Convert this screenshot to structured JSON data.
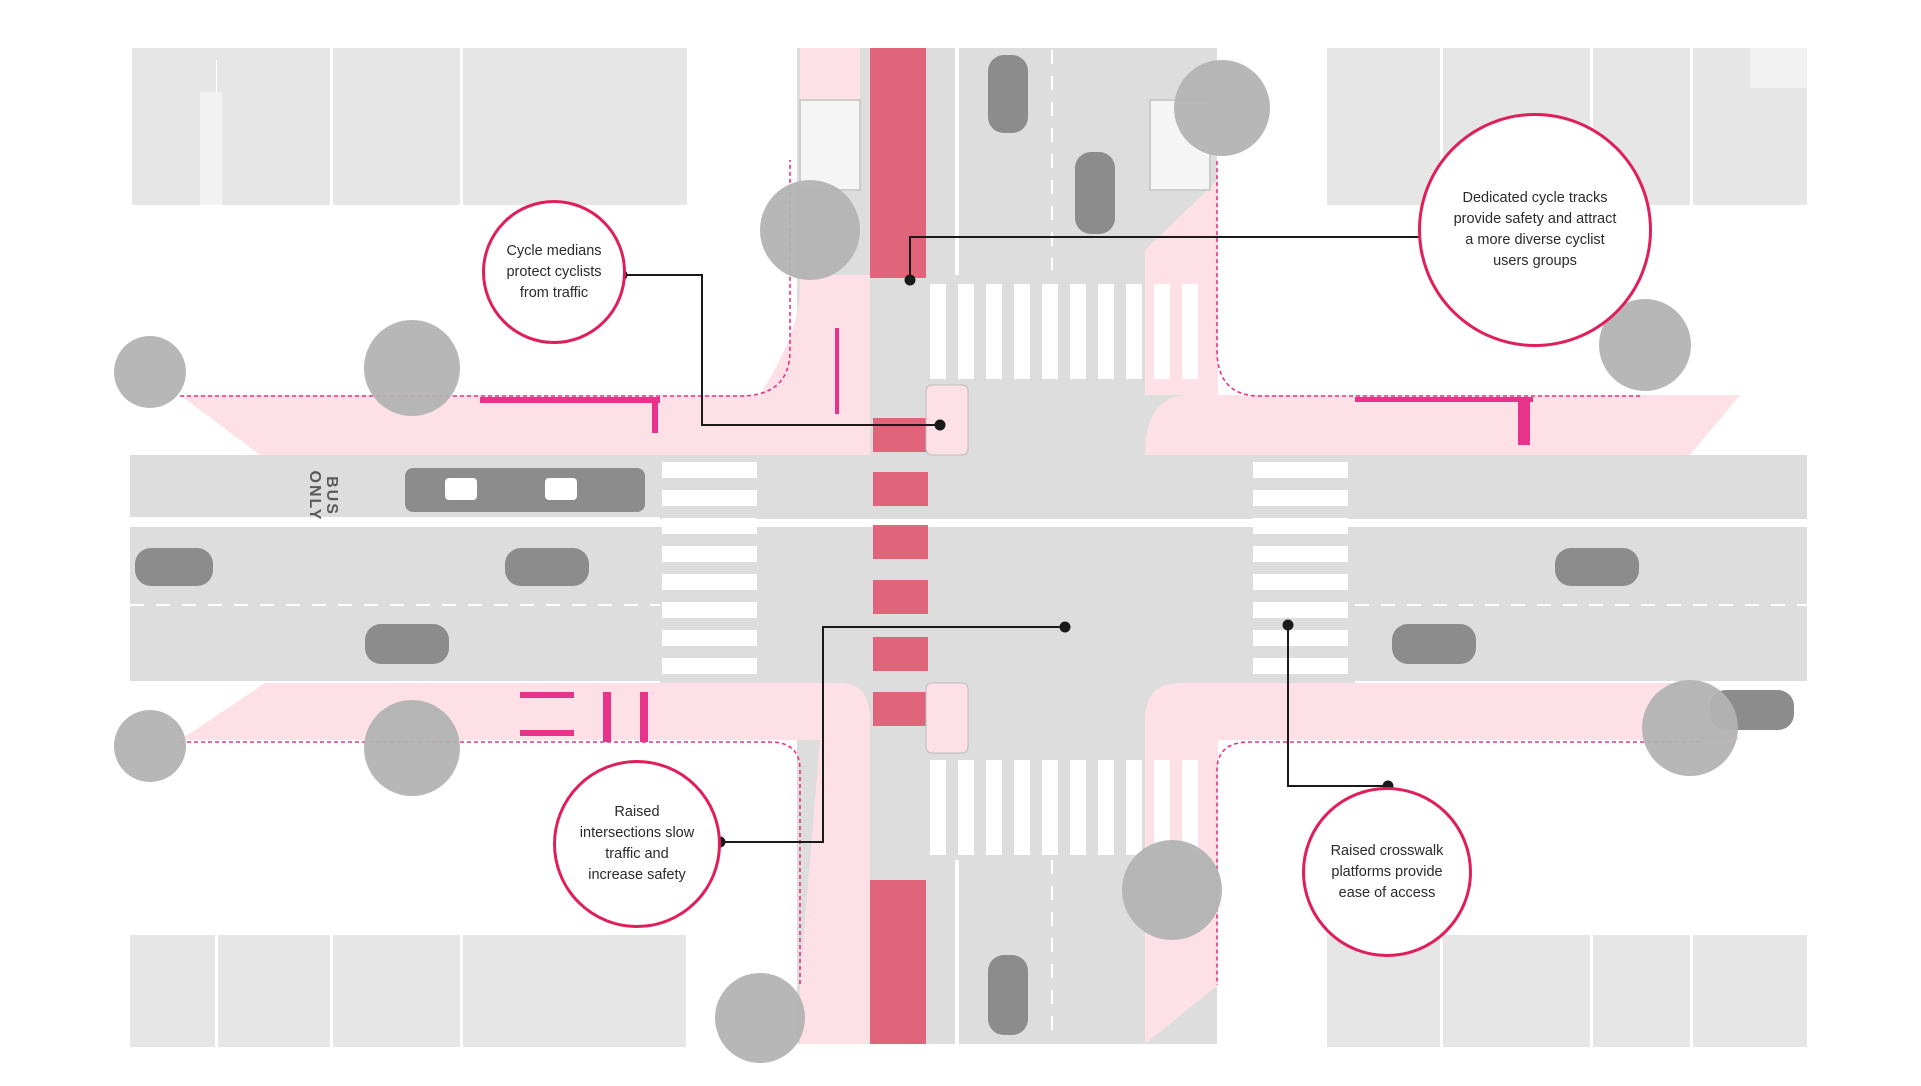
{
  "diagram": {
    "road_label": [
      "BUS",
      "ONLY"
    ],
    "callouts": [
      {
        "id": "cycle-medians",
        "text": "Cycle medians protect cyclists from traffic"
      },
      {
        "id": "cycle-tracks",
        "text": "Dedicated cycle tracks provide safety and attract a more diverse cyclist users groups"
      },
      {
        "id": "raised-intersections",
        "text": "Raised intersections slow traffic and increase safety"
      },
      {
        "id": "raised-crosswalk",
        "text": "Raised crosswalk platforms provide ease of access"
      }
    ]
  },
  "colors": {
    "building": "#e6e6e6",
    "road": "#dddddd",
    "sidewalk": "#ffffff",
    "pedestrian_zone": "#fde1e7",
    "cycle_track": "#e0657a",
    "accent": "#e01f5a",
    "magenta": "#e8338a",
    "vehicle": "#8c8c8c",
    "tree": "#b3b3b3"
  }
}
